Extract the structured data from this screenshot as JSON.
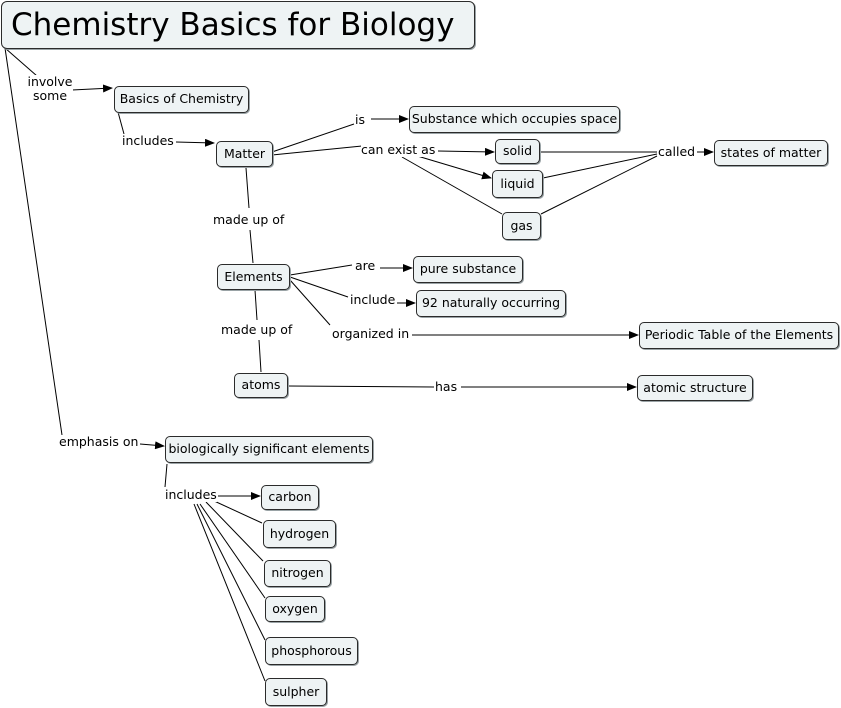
{
  "title": "Chemistry Basics for Biology",
  "concepts": {
    "basics_of_chemistry": "Basics of Chemistry",
    "matter": "Matter",
    "substance": "Substance which occupies space",
    "solid": "solid",
    "liquid": "liquid",
    "gas": "gas",
    "states_of_matter": "states of matter",
    "elements": "Elements",
    "pure_substance": "pure substance",
    "naturally_occurring": "92 naturally occurring",
    "periodic_table": "Periodic Table of the Elements",
    "atoms": "atoms",
    "atomic_structure": "atomic structure",
    "bio_elements": "biologically significant elements",
    "carbon": "carbon",
    "hydrogen": "hydrogen",
    "nitrogen": "nitrogen",
    "oxygen": "oxygen",
    "phosphorous": "phosphorous",
    "sulpher": "sulpher"
  },
  "links": {
    "involve_line1": "involve",
    "involve_line2": "some",
    "includes_chem": "includes",
    "is": "is",
    "can_exist_as": "can exist as",
    "called": "called",
    "made_up_of_1": "made up of",
    "are": "are",
    "include": "include",
    "organized_in": "organized in",
    "made_up_of_2": "made up of",
    "has": "has",
    "emphasis_on": "emphasis on",
    "includes_bio": "includes"
  }
}
